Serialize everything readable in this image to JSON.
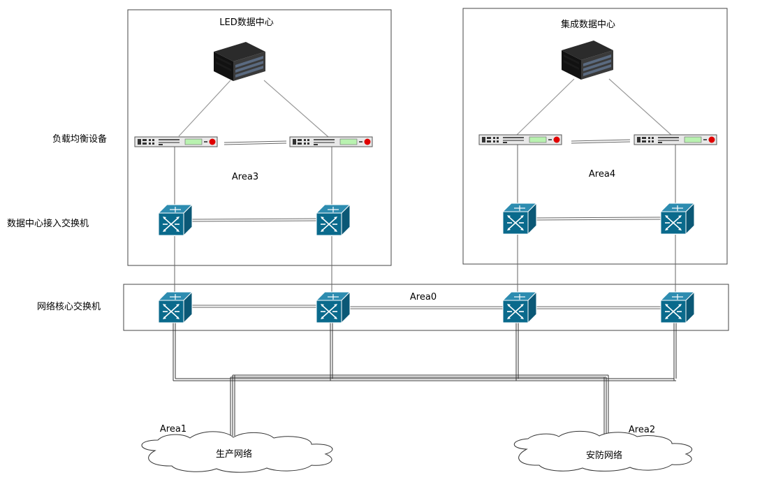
{
  "zones": {
    "led_datacenter": "LED数据中心",
    "integrated_datacenter": "集成数据中心"
  },
  "layers": {
    "load_balancer": "负载均衡设备",
    "dc_access_switch": "数据中心接入交换机",
    "core_switch": "网络核心交换机"
  },
  "areas": {
    "area0": "Area0",
    "area1": "Area1",
    "area2": "Area2",
    "area3": "Area3",
    "area4": "Area4"
  },
  "networks": {
    "production": "生产网络",
    "security": "安防网络"
  },
  "colors": {
    "switch_body": "#0a6a8c",
    "switch_top": "#2d8cb0",
    "switch_side": "#0b5876",
    "led_red": "#e00000",
    "led_green": "#b9f2b0",
    "link_gray": "#999999"
  }
}
